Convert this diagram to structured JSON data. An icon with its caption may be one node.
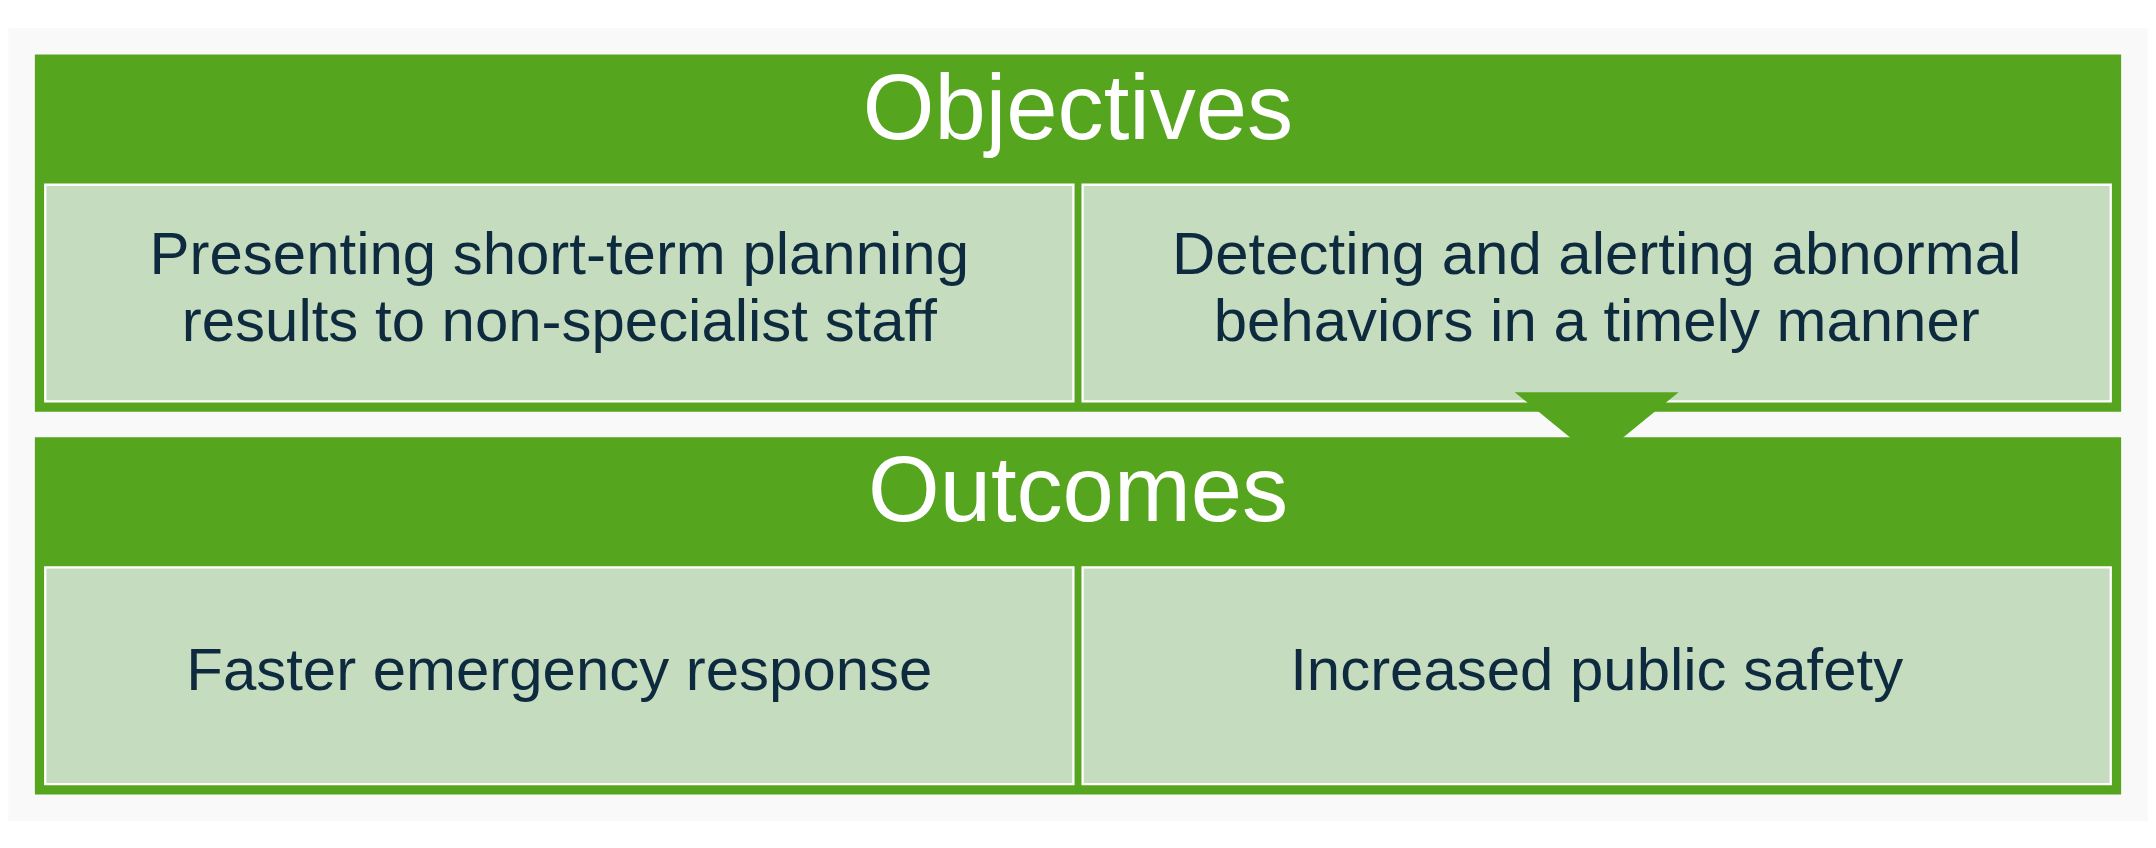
{
  "diagram": {
    "nodes": [
      {
        "text": [
          "Objectives"
        ]
      },
      {
        "text": [
          "Detecting and alerting abnormal behaviors in a timely manner"
        ],
        "in": 0
      },
      {
        "text": [
          "Presenting short-term planning results to non-specialist staff"
        ],
        "in": 0
      },
      {
        "text": [
          "Outcomes"
        ]
      },
      {
        "text": [
          "Increased public safety"
        ],
        "in": 3
      },
      {
        "text": [
          "Faster emergency response"
        ],
        "in": 3
      }
    ],
    "edges": [
      {
        "from": 0,
        "to": 3,
        "arrow": "to",
        "style": "thick"
      }
    ]
  }
}
